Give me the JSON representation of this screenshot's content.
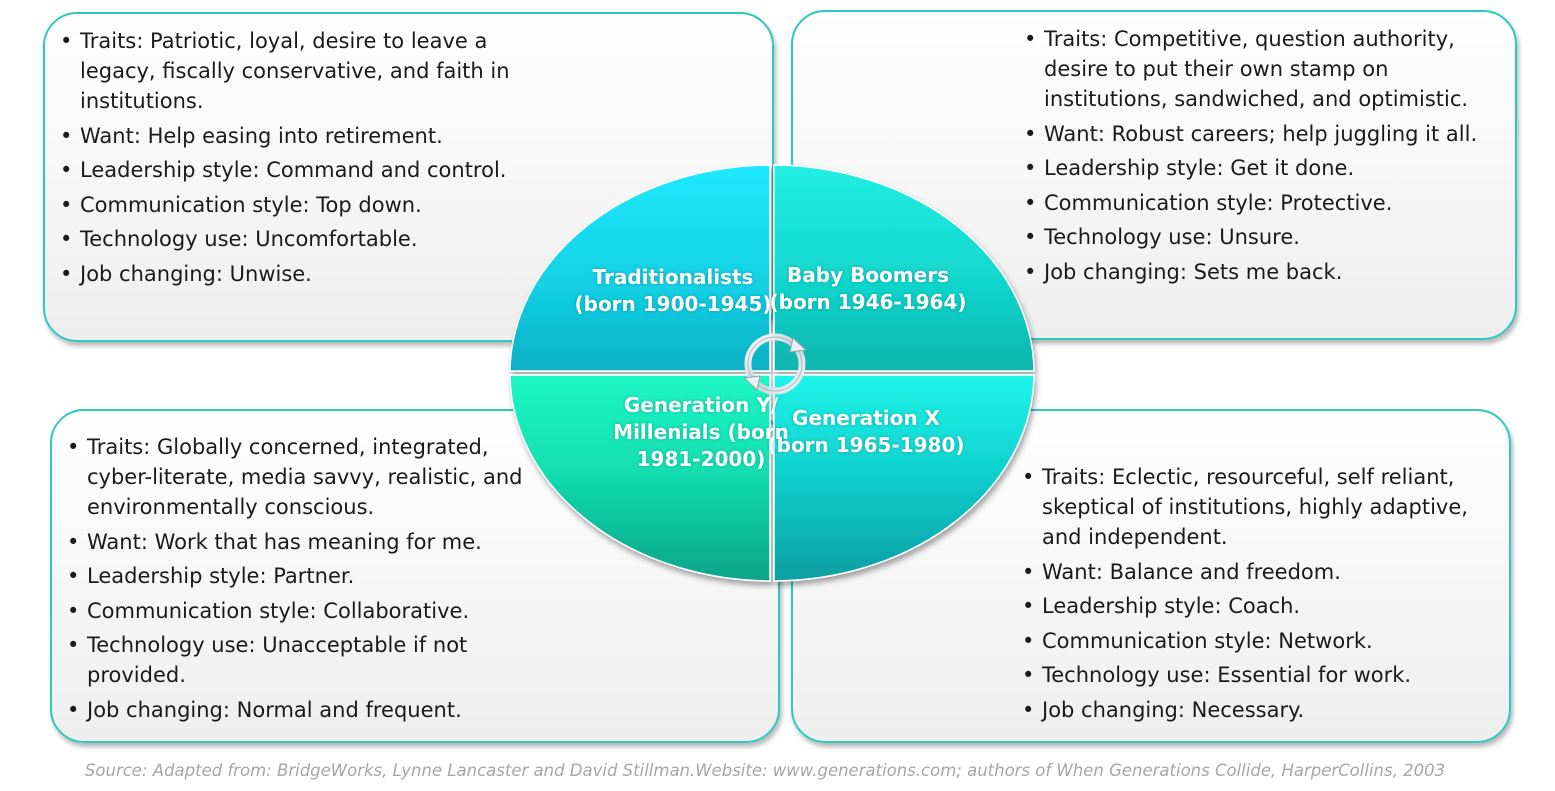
{
  "quadrants": {
    "traditionalists": {
      "label": "Traditionalists (born 1900-1945)",
      "items": [
        "Traits: Patriotic, loyal, desire to leave a legacy, fiscally conservative, and faith in institutions.",
        "Want: Help easing into retirement.",
        "Leadership style: Command and control.",
        "Communication style: Top down.",
        "Technology use: Uncomfortable.",
        "Job changing: Unwise."
      ]
    },
    "baby_boomers": {
      "label": "Baby Boomers (born 1946-1964)",
      "items": [
        "Traits: Competitive, question authority, desire to put their own stamp on institutions, sandwiched, and optimistic.",
        "Want: Robust careers; help juggling it all.",
        "Leadership style: Get it done.",
        "Communication style: Protective.",
        "Technology use: Unsure.",
        "Job changing: Sets me back."
      ]
    },
    "generation_y": {
      "label": "Generation Y/ Millenials (born 1981-2000)",
      "items": [
        "Traits: Globally concerned, integrated, cyber-literate, media savvy, realistic, and environmentally conscious.",
        "Want: Work that has meaning for me.",
        "Leadership style: Partner.",
        "Communication style: Collaborative.",
        "Technology use: Unacceptable if not provided.",
        "Job changing: Normal and frequent."
      ]
    },
    "generation_x": {
      "label": "Generation X (born 1965-1980)",
      "items": [
        "Traits: Eclectic, resourceful, self reliant, skeptical of institutions, highly adaptive, and independent.",
        "Want: Balance and freedom.",
        "Leadership style: Coach.",
        "Communication style: Network.",
        "Technology use: Essential for work.",
        "Job changing: Necessary."
      ]
    }
  },
  "center_icon": "cycle-arrows-icon",
  "source": "Source: Adapted from: BridgeWorks, Lynne Lancaster and David Stillman.Website: www.generations.com; authors of When Generations Collide, HarperCollins, 2003",
  "colors": {
    "box_border": "#2cc9c0",
    "top_left_fill": "#14cfe6",
    "top_right_fill": "#0fd9cf",
    "bottom_left_fill": "#13dfb0",
    "bottom_right_fill": "#0fd3d0",
    "source_text": "#a6a6a6"
  }
}
